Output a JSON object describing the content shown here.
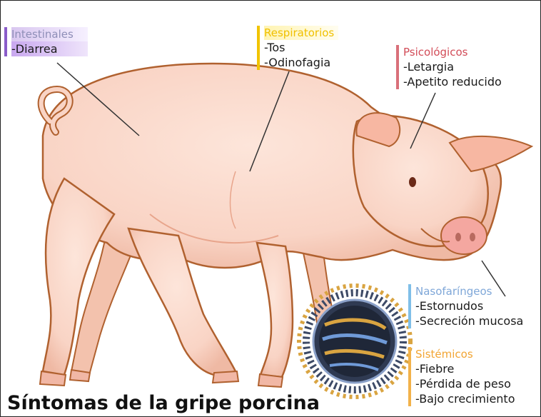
{
  "title": "Síntomas de la gripe porcina",
  "callouts": {
    "intestinales": {
      "heading": "Intestinales",
      "items": [
        "Diarrea"
      ],
      "color": "#8a5cc9"
    },
    "respiratorios": {
      "heading": "Respiratorios",
      "items": [
        "Tos",
        "Odinofagia"
      ],
      "color": "#f1c400"
    },
    "psicologicos": {
      "heading": "Psicológicos",
      "items": [
        "Letargia",
        "Apetito reducido"
      ],
      "color": "#d9707a"
    },
    "nasofaringeos": {
      "heading": "Nasofaríngeos",
      "items": [
        "Estornudos",
        "Secreción mucosa"
      ],
      "color": "#7fbfe8"
    },
    "sistemicos": {
      "heading": "Sistémicos",
      "items": [
        "Fiebre",
        "Pérdida de peso",
        "Bajo crecimiento"
      ],
      "color": "#f2b24a"
    }
  },
  "colors": {
    "pig_body": "#f9d4c5",
    "pig_outline": "#b0612f",
    "virus_core": "#2f3a52"
  },
  "icons": [
    "pig-illustration",
    "virus-icon"
  ]
}
